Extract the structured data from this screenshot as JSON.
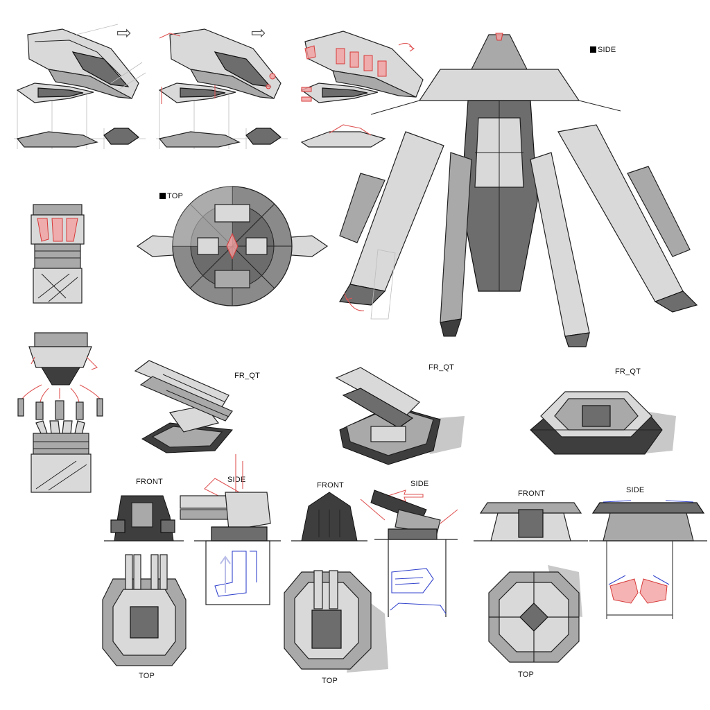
{
  "sheet": {
    "title": "Sci-fi spacecraft and turret concept sheet",
    "accent_colors": {
      "revision_red": "#e05555",
      "blueprint_blue": "#3344cc",
      "metal_light": "#d9d9d9",
      "metal_dark": "#3e3e3e"
    }
  },
  "mothership": {
    "side_label": "SIDE",
    "top_label": "TOP"
  },
  "ship_variants": {
    "arrow_1": "⇨",
    "arrow_2": "⇨"
  },
  "turrets": [
    {
      "id": "turret-1",
      "perspective_label": "FR_QT",
      "front_label": "FRONT",
      "side_label": "SIDE",
      "top_label": "TOP"
    },
    {
      "id": "turret-2",
      "perspective_label": "FR_QT",
      "front_label": "FRONT",
      "side_label": "SIDE",
      "top_label": "TOP"
    },
    {
      "id": "turret-3",
      "perspective_label": "FR_QT",
      "front_label": "FRONT",
      "side_label": "SIDE",
      "top_label": "TOP"
    }
  ]
}
